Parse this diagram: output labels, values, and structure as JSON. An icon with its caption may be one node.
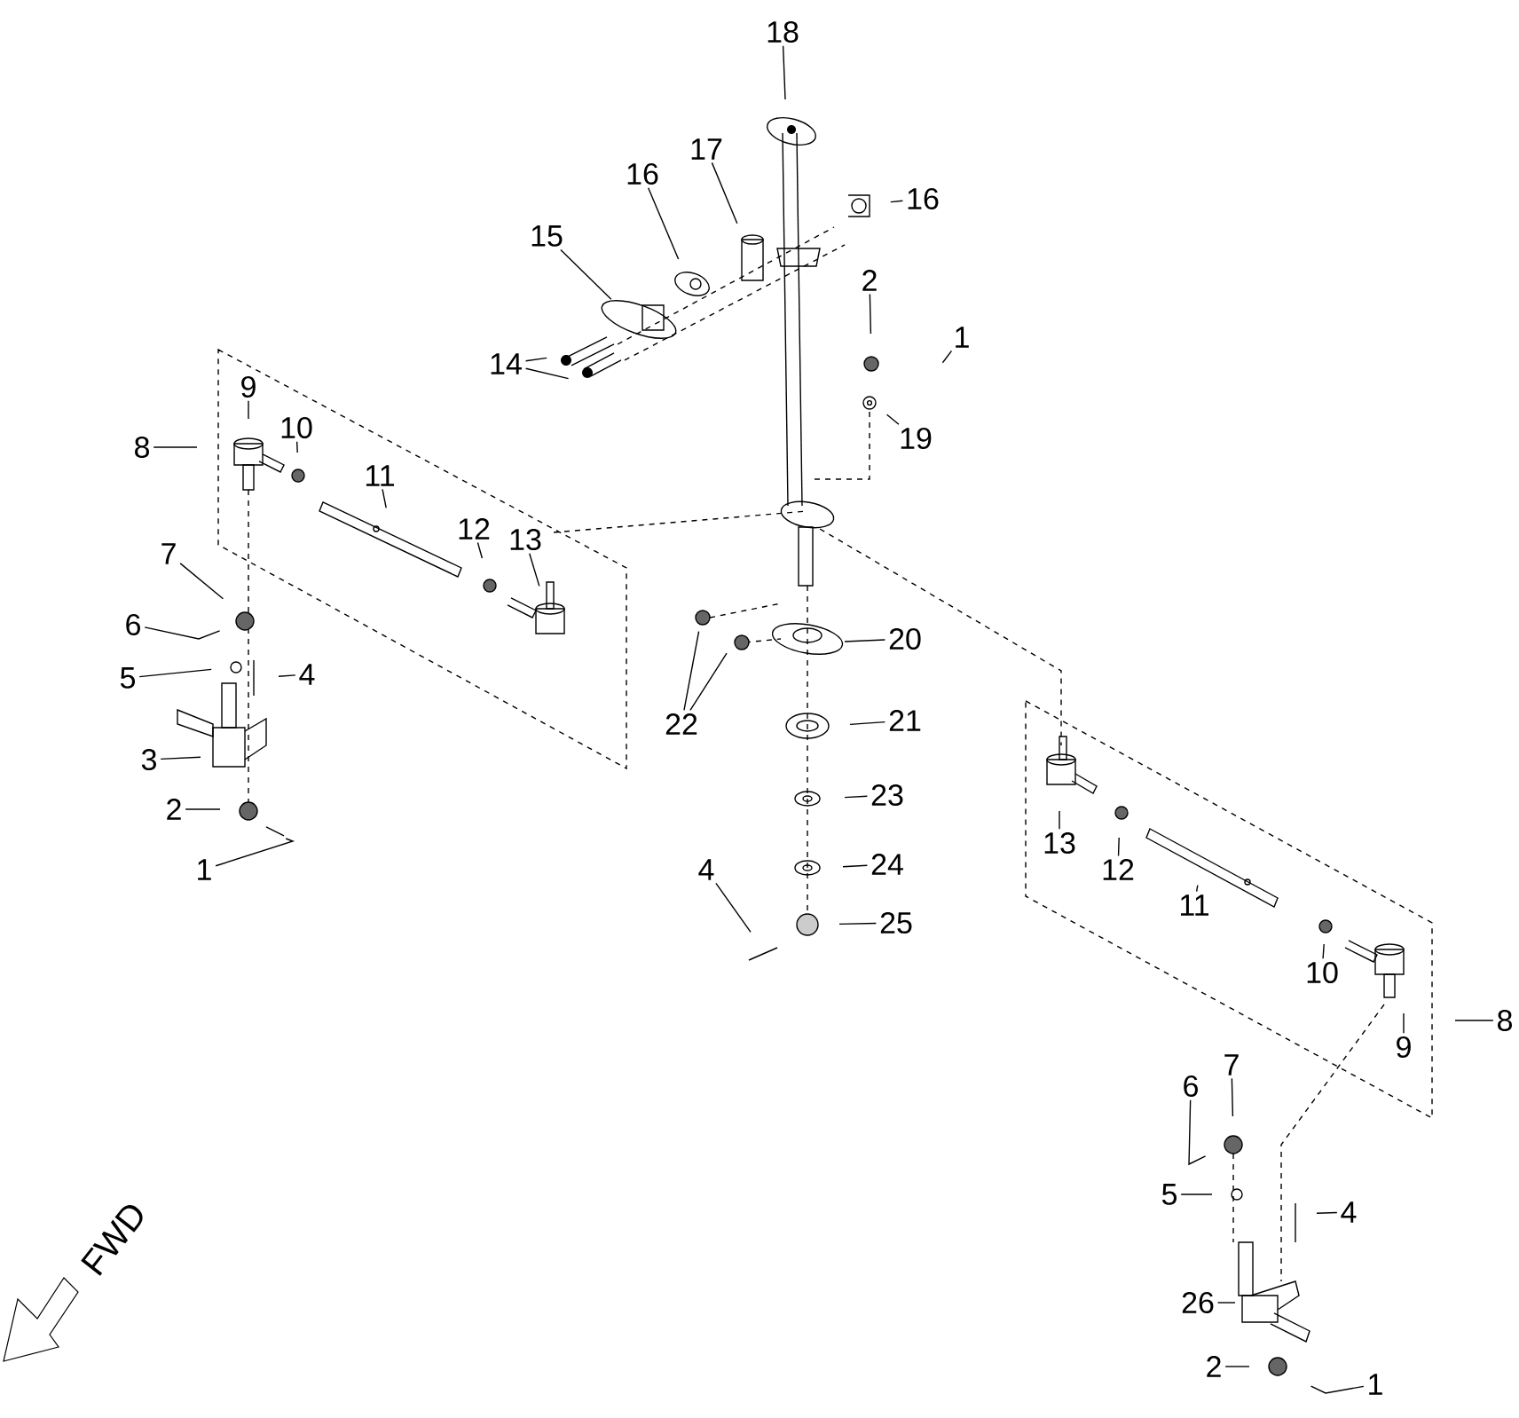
{
  "diagram": {
    "nodes": [
      {
        "text": [
          "18"
        ]
      },
      {
        "text": [
          "17"
        ]
      },
      {
        "text": [
          "16"
        ]
      },
      {
        "text": [
          "16"
        ]
      },
      {
        "text": [
          "15"
        ]
      },
      {
        "text": [
          "2"
        ]
      },
      {
        "text": [
          "1"
        ]
      },
      {
        "text": [
          "14"
        ]
      },
      {
        "text": [
          "9"
        ]
      },
      {
        "text": [
          "19"
        ]
      },
      {
        "text": [
          "10"
        ]
      },
      {
        "text": [
          "8"
        ]
      },
      {
        "text": [
          "11"
        ]
      },
      {
        "text": [
          "12"
        ]
      },
      {
        "text": [
          "7"
        ]
      },
      {
        "text": [
          "13"
        ]
      },
      {
        "text": [
          "6"
        ]
      },
      {
        "text": [
          "20"
        ]
      },
      {
        "text": [
          "5"
        ]
      },
      {
        "text": [
          "4"
        ]
      },
      {
        "text": [
          "21"
        ]
      },
      {
        "text": [
          "22"
        ]
      },
      {
        "text": [
          "3"
        ]
      },
      {
        "text": [
          "23"
        ]
      },
      {
        "text": [
          "2"
        ]
      },
      {
        "text": [
          "13"
        ]
      },
      {
        "text": [
          "24"
        ]
      },
      {
        "text": [
          "4"
        ]
      },
      {
        "text": [
          "1"
        ]
      },
      {
        "text": [
          "12"
        ]
      },
      {
        "text": [
          "11"
        ]
      },
      {
        "text": [
          "25"
        ]
      },
      {
        "text": [
          "10"
        ]
      },
      {
        "text": [
          "8"
        ]
      },
      {
        "text": [
          "9"
        ]
      },
      {
        "text": [
          "7"
        ]
      },
      {
        "text": [
          "6"
        ]
      },
      {
        "text": [
          "5"
        ]
      },
      {
        "text": [
          "4"
        ]
      },
      {
        "text": [
          "26"
        ]
      },
      {
        "text": [
          "2"
        ]
      },
      {
        "text": [
          "1"
        ]
      }
    ],
    "edges": [
      {
        "from": 0,
        "to": null,
        "arrow": "none"
      },
      {
        "from": 1,
        "to": null,
        "arrow": "none"
      },
      {
        "from": 2,
        "to": null,
        "arrow": "none"
      },
      {
        "from": 3,
        "to": null,
        "arrow": "none"
      },
      {
        "from": 4,
        "to": null,
        "arrow": "none"
      },
      {
        "from": 5,
        "to": null,
        "arrow": "none"
      },
      {
        "from": 6,
        "to": null,
        "arrow": "none"
      },
      {
        "from": 7,
        "to": null,
        "arrow": "none"
      },
      {
        "from": 7,
        "to": null,
        "arrow": "none"
      },
      {
        "from": 8,
        "to": null,
        "arrow": "none"
      },
      {
        "from": 9,
        "to": null,
        "arrow": "none"
      },
      {
        "from": 10,
        "to": null,
        "arrow": "none"
      },
      {
        "from": 11,
        "to": null,
        "arrow": "none"
      },
      {
        "from": 12,
        "to": null,
        "arrow": "none"
      },
      {
        "from": 13,
        "to": null,
        "arrow": "none"
      },
      {
        "from": 14,
        "to": null,
        "arrow": "none"
      },
      {
        "from": 15,
        "to": null,
        "arrow": "none"
      },
      {
        "from": 16,
        "to": null,
        "arrow": "none"
      },
      {
        "from": 17,
        "to": null,
        "arrow": "none"
      },
      {
        "from": 18,
        "to": null,
        "arrow": "none"
      },
      {
        "from": 19,
        "to": null,
        "arrow": "none"
      },
      {
        "from": 20,
        "to": null,
        "arrow": "none"
      },
      {
        "from": 21,
        "to": null,
        "arrow": "none"
      },
      {
        "from": 21,
        "to": null,
        "arrow": "none"
      },
      {
        "from": 22,
        "to": null,
        "arrow": "none"
      },
      {
        "from": 23,
        "to": null,
        "arrow": "none"
      },
      {
        "from": 24,
        "to": null,
        "arrow": "none"
      },
      {
        "from": 25,
        "to": null,
        "arrow": "none"
      },
      {
        "from": 26,
        "to": null,
        "arrow": "none"
      },
      {
        "from": 27,
        "to": null,
        "arrow": "none"
      },
      {
        "from": 28,
        "to": null,
        "arrow": "none"
      },
      {
        "from": 29,
        "to": null,
        "arrow": "none"
      },
      {
        "from": 30,
        "to": null,
        "arrow": "none"
      },
      {
        "from": 31,
        "to": null,
        "arrow": "none"
      },
      {
        "from": 32,
        "to": null,
        "arrow": "none"
      },
      {
        "from": 33,
        "to": null,
        "arrow": "none"
      },
      {
        "from": 34,
        "to": null,
        "arrow": "none"
      },
      {
        "from": 35,
        "to": null,
        "arrow": "none"
      },
      {
        "from": 36,
        "to": null,
        "arrow": "none"
      },
      {
        "from": 37,
        "to": null,
        "arrow": "none"
      },
      {
        "from": 38,
        "to": null,
        "arrow": "none"
      },
      {
        "from": 39,
        "to": null,
        "arrow": "none"
      },
      {
        "from": 40,
        "to": null,
        "arrow": "none"
      },
      {
        "from": 41,
        "to": null,
        "arrow": "none"
      }
    ],
    "labels": [
      "FWD"
    ]
  }
}
